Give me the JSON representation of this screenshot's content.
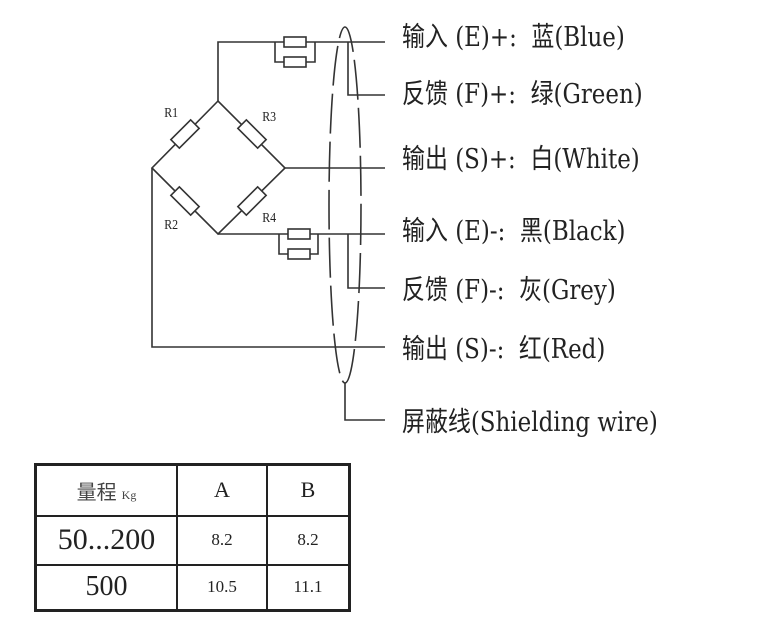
{
  "resistors": [
    "R1",
    "R2",
    "R3",
    "R4"
  ],
  "wires": [
    {
      "label": "输入 (E)+:  蓝(Blue)"
    },
    {
      "label": "反馈 (F)+:  绿(Green)"
    },
    {
      "label": "输出 (S)+:  白(White)"
    },
    {
      "label": "输入 (E)-:  黑(Black)"
    },
    {
      "label": "反馈 (F)-:  灰(Grey)"
    },
    {
      "label": "输出 (S)-:  红(Red)"
    },
    {
      "label": "屏蔽线(Shielding wire)"
    }
  ],
  "table": {
    "header": {
      "range": "量程",
      "unit": "Kg",
      "a": "A",
      "b": "B"
    },
    "rows": [
      {
        "range": "50...200",
        "a": "8.2",
        "b": "8.2"
      },
      {
        "range": "500",
        "a": "10.5",
        "b": "11.1"
      }
    ]
  }
}
